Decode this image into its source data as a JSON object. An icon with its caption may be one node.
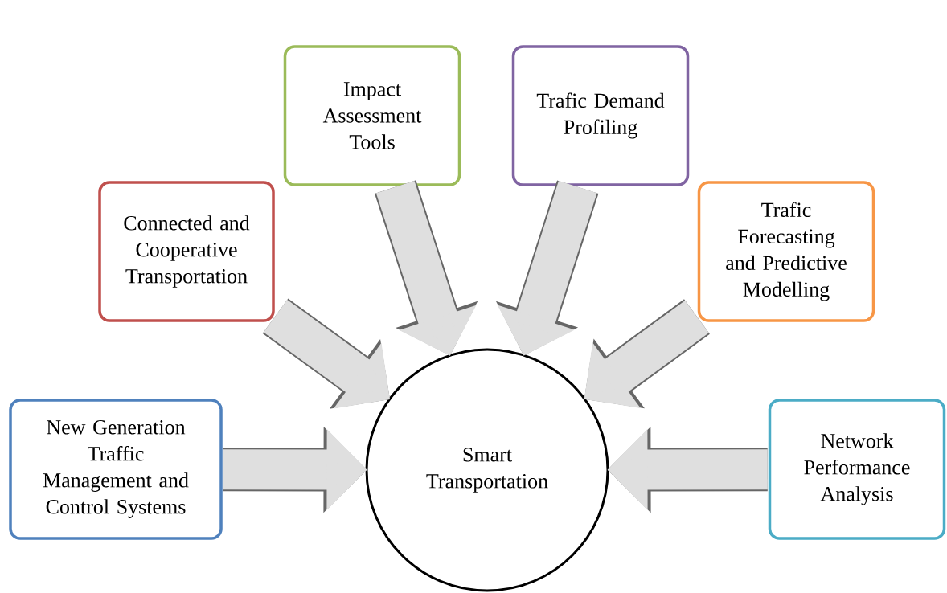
{
  "diagram": {
    "nodes": [
      {
        "text": [
          "Impact Assessment Tools"
        ]
      },
      {
        "text": [
          "Trafic Demand Profiling"
        ]
      },
      {
        "text": [
          "Connected and Cooperative Transportation"
        ]
      },
      {
        "text": [
          "Trafic Forecasting and Predictive Modelling"
        ]
      },
      {
        "text": [
          "New Generation Traffic Management and Control Systems"
        ]
      },
      {
        "text": [
          "Smart Transportation"
        ]
      },
      {
        "text": [
          "Network Performance Analysis"
        ]
      }
    ],
    "edges": [
      {
        "from": 0,
        "to": 5,
        "arrow": "to"
      },
      {
        "from": 1,
        "to": 5,
        "arrow": "to"
      },
      {
        "from": 2,
        "to": 5,
        "arrow": "to"
      },
      {
        "from": 3,
        "to": 5,
        "arrow": "to"
      },
      {
        "from": 4,
        "to": 5,
        "arrow": "to"
      },
      {
        "from": 6,
        "to": 5,
        "arrow": "to"
      }
    ]
  }
}
